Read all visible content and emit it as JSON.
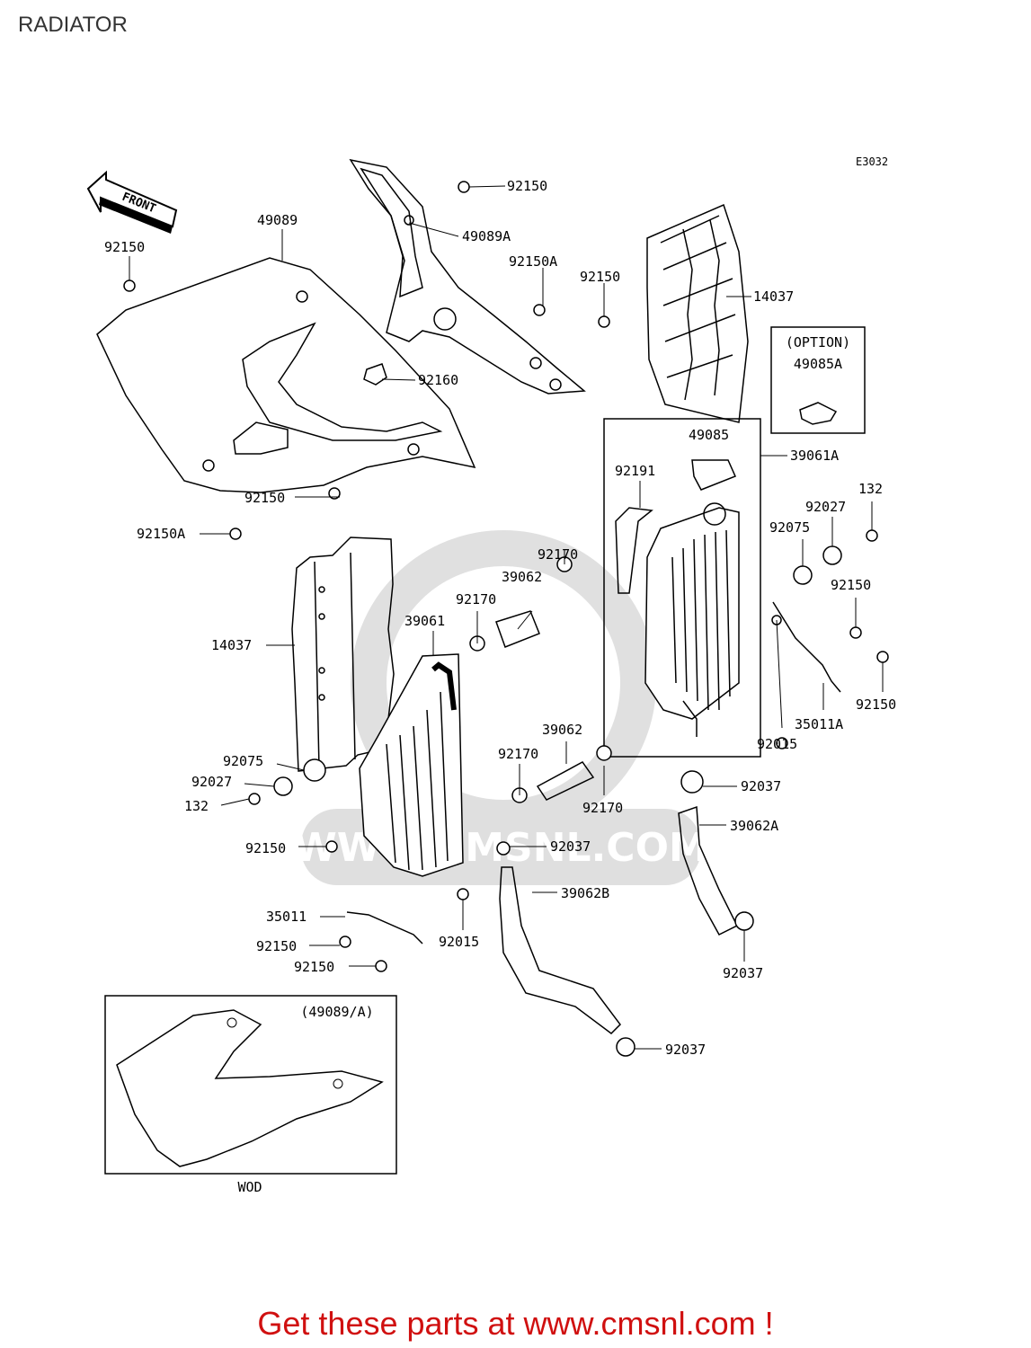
{
  "page_title": "RADIATOR",
  "diagram_code": "E3032",
  "front_arrow_text": "FRONT",
  "option_box": {
    "heading": "(OPTION)",
    "part": "49085A"
  },
  "inset_box": {
    "heading": "(49089/A)",
    "caption": "WOD"
  },
  "watermark": "WWW.CMSNL.COM",
  "promo_text": "Get these parts at www.cmsnl.com !",
  "callouts": [
    {
      "id": "c1",
      "text": "92150"
    },
    {
      "id": "c2",
      "text": "49089"
    },
    {
      "id": "c3",
      "text": "92150"
    },
    {
      "id": "c4",
      "text": "49089A"
    },
    {
      "id": "c5",
      "text": "92150A"
    },
    {
      "id": "c6",
      "text": "92150"
    },
    {
      "id": "c7",
      "text": "14037"
    },
    {
      "id": "c8",
      "text": "92160"
    },
    {
      "id": "c9",
      "text": "49085"
    },
    {
      "id": "c10",
      "text": "39061A"
    },
    {
      "id": "c11",
      "text": "92191"
    },
    {
      "id": "c12",
      "text": "132"
    },
    {
      "id": "c13",
      "text": "92027"
    },
    {
      "id": "c14",
      "text": "92075"
    },
    {
      "id": "c15",
      "text": "92150"
    },
    {
      "id": "c16",
      "text": "92150A"
    },
    {
      "id": "c17",
      "text": "92170"
    },
    {
      "id": "c18",
      "text": "39062"
    },
    {
      "id": "c19",
      "text": "92170"
    },
    {
      "id": "c20",
      "text": "92150"
    },
    {
      "id": "c21",
      "text": "39061"
    },
    {
      "id": "c22",
      "text": "14037"
    },
    {
      "id": "c23",
      "text": "92150"
    },
    {
      "id": "c24",
      "text": "35011A"
    },
    {
      "id": "c25",
      "text": "92015"
    },
    {
      "id": "c26",
      "text": "39062"
    },
    {
      "id": "c27",
      "text": "92170"
    },
    {
      "id": "c28",
      "text": "92075"
    },
    {
      "id": "c29",
      "text": "92027"
    },
    {
      "id": "c30",
      "text": "132"
    },
    {
      "id": "c31",
      "text": "92037"
    },
    {
      "id": "c32",
      "text": "92170"
    },
    {
      "id": "c33",
      "text": "39062A"
    },
    {
      "id": "c34",
      "text": "92150"
    },
    {
      "id": "c35",
      "text": "92037"
    },
    {
      "id": "c36",
      "text": "39062B"
    },
    {
      "id": "c37",
      "text": "35011"
    },
    {
      "id": "c38",
      "text": "92015"
    },
    {
      "id": "c39",
      "text": "92150"
    },
    {
      "id": "c40",
      "text": "92150"
    },
    {
      "id": "c41",
      "text": "92037"
    },
    {
      "id": "c42",
      "text": "92037"
    }
  ]
}
